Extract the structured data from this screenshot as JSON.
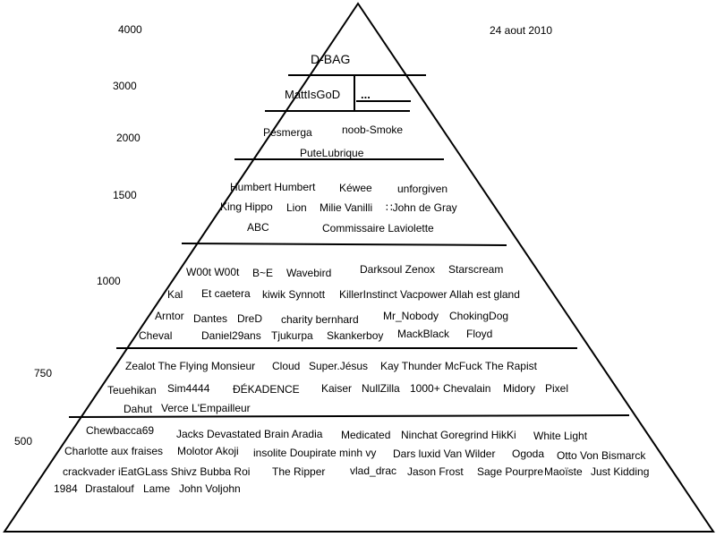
{
  "date": "24 aout 2010",
  "tiers": [
    {
      "score": "4000",
      "names": [
        "D-BAG"
      ]
    },
    {
      "score": "3000",
      "names": [
        "MattIsGoD",
        "..."
      ]
    },
    {
      "score": "2000",
      "names": [
        "Pesmerga",
        "noob-Smoke",
        "PuteLubrique"
      ]
    },
    {
      "score": "1500",
      "names": [
        "Humbert Humbert",
        "Kéwee",
        "unforgiven",
        "King Hippo",
        "Lion",
        "Milie Vanilli",
        "∷John de Gray",
        "ABC",
        "Commissaire Laviolette"
      ]
    },
    {
      "score": "1000",
      "names": [
        "W00t W00t",
        "B~E",
        "Wavebird",
        "Darksoul Zenox",
        "Starscream",
        "Kal",
        "Et caetera",
        "kiwik Synnott",
        "KillerInstinct Vacpower Allah est gland",
        "Arntor",
        "Dantes",
        "DreD",
        "charity bernhard",
        "Mr_Nobody",
        "ChokingDog",
        "Cheval",
        "Daniel29ans",
        "Tjukurpa",
        "Skankerboy",
        "MackBlack",
        "Floyd"
      ]
    },
    {
      "score": "750",
      "names": [
        "Zealot The Flying Monsieur",
        "Cloud",
        "Super.Jésus",
        "Kay Thunder McFuck The Rapist",
        "Teuehikan",
        "Sim4444",
        "ĐÉKADENCE",
        "Kaiser",
        "NullZilla",
        "1000+ Chevalain",
        "Midory",
        "Pixel",
        "Dahut",
        "Verce L'Empailleur"
      ]
    },
    {
      "score": "500",
      "names": [
        "Chewbacca69",
        "Jacks Devastated Brain Aradia",
        "Medicated",
        "Ninchat Goregrind HikKi",
        "White Light",
        "Charlotte aux fraises",
        "Molotor Akoji",
        "insolite Doupirate minh vy",
        "Dars luxid Van Wilder",
        "Ogoda",
        "Otto Von Bismarck",
        "crackvader iEatGLass Shivz Bubba Roi",
        "The Ripper",
        "vlad_drac",
        "Jason Frost",
        "Sage Pourpre",
        "Maoïste",
        "Just Kidding",
        "1984",
        "Drastalouf",
        "Lame",
        "John Voljohn"
      ]
    }
  ]
}
